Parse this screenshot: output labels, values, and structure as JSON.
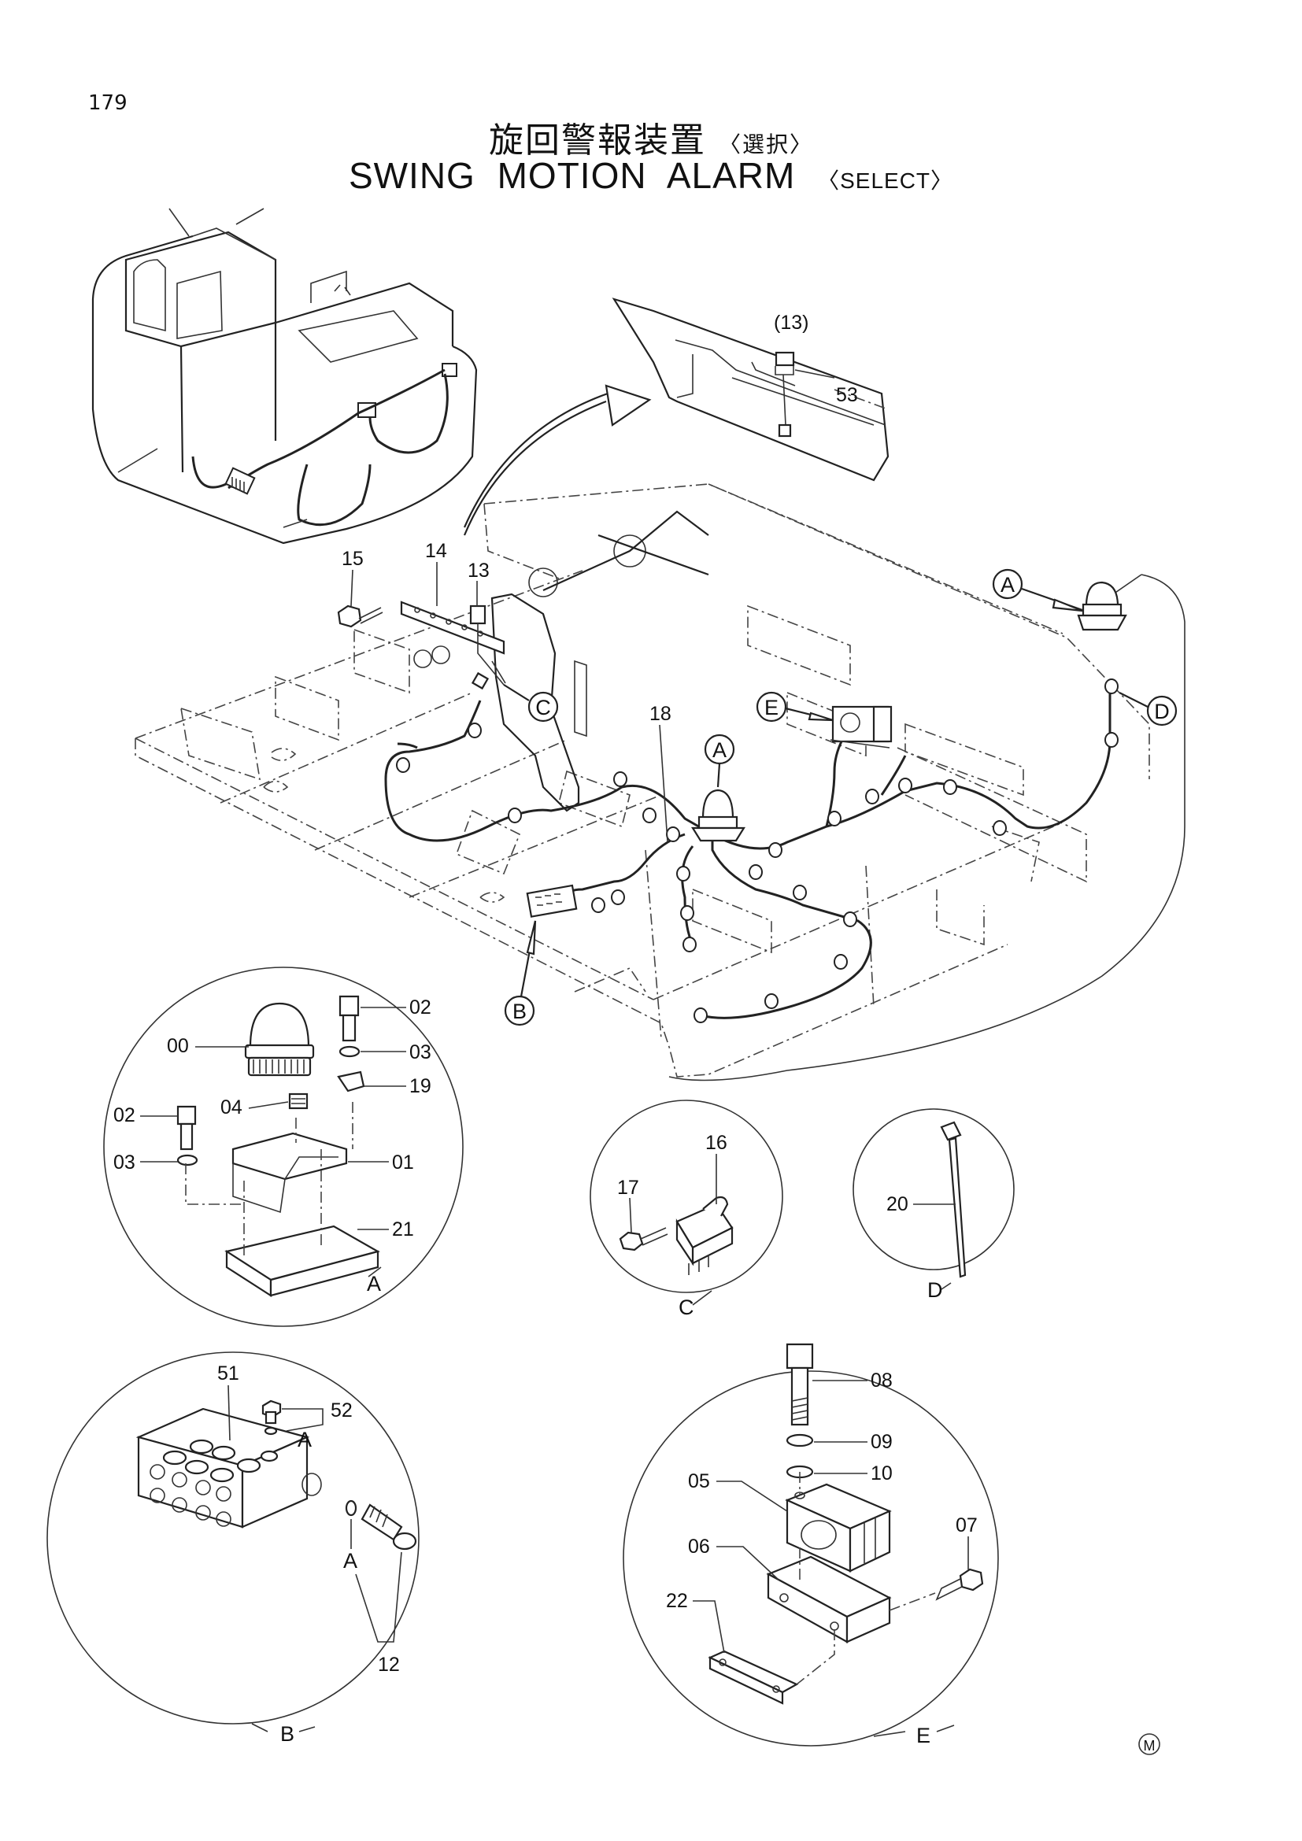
{
  "page_number": "179",
  "title_jp": "旋回警報装置",
  "title_jp_select": "〈選択〉",
  "title_en": "SWING MOTION ALARM",
  "title_en_select": "〈SELECT〉",
  "callouts": {
    "p13_paren": "(13)",
    "p53": "53",
    "p15": "15",
    "p14": "14",
    "p13": "13",
    "p18": "18",
    "p02a": "02",
    "p00": "00",
    "p03a": "03",
    "p19": "19",
    "p04": "04",
    "p02b": "02",
    "p03b": "03",
    "p01": "01",
    "p21": "21",
    "p16": "16",
    "p17": "17",
    "p20": "20",
    "p51": "51",
    "p52": "52",
    "p12": "12",
    "p08": "08",
    "p09": "09",
    "p10": "10",
    "p05": "05",
    "p06": "06",
    "p07": "07",
    "p22": "22"
  },
  "labels": {
    "circle_a_main": "A",
    "circle_a_right": "A",
    "circle_b": "B",
    "circle_c": "C",
    "circle_d": "D",
    "circle_e": "E",
    "detail_a": "A",
    "detail_b": "B",
    "detail_c": "C",
    "detail_d": "D",
    "detail_e": "E",
    "port_a1": "A",
    "port_a2": "A"
  },
  "mark": "M"
}
